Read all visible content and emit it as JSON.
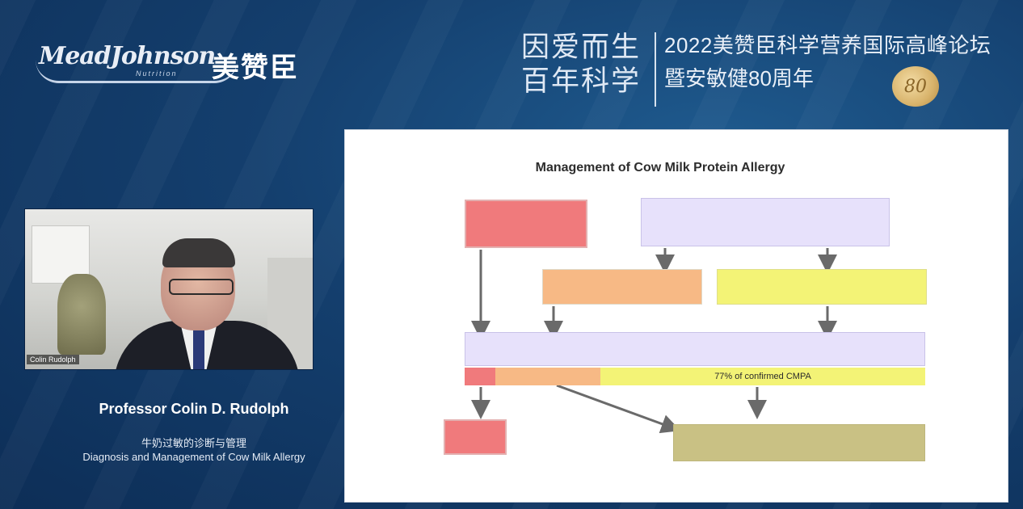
{
  "header": {
    "brand_en": "MeadJohnson",
    "brand_sub": "Nutrition",
    "brand_cn": "美赞臣",
    "slogan_line1": "因爱而生",
    "slogan_line2": "百年科学",
    "forum_line1": "2022美赞臣科学营养国际高峰论坛",
    "forum_line2": "暨安敏健80周年",
    "badge": "80"
  },
  "video": {
    "name_tag": "Colin Rudolph"
  },
  "presenter": {
    "name": "Professor Colin D. Rudolph",
    "talk_cn": "牛奶过敏的诊断与管理",
    "talk_en": "Diagnosis and Management of Cow Milk Allergy"
  },
  "slide": {
    "title": "Management of Cow Milk Protein Allergy",
    "box_top_left": "",
    "box_top_right": "",
    "box_mid_left": "",
    "box_mid_right": "",
    "box_confirmed": "",
    "seg_pink": "",
    "seg_orange": "",
    "seg_yellow": "77% of confirmed CMPA",
    "box_bottom_left": "",
    "box_bottom_right": ""
  }
}
